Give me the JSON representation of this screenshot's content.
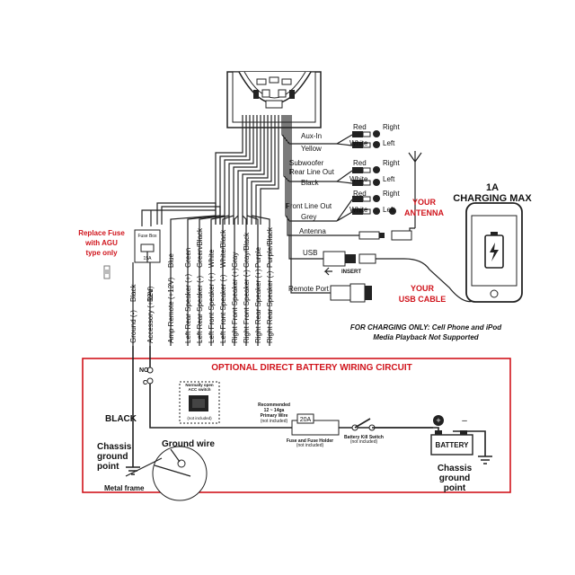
{
  "colors": {
    "accent": "#d0141c",
    "ink": "#111111",
    "frame": "#d0141c"
  },
  "head_unit": {
    "aux_in": "Aux-In",
    "yellow": "Yellow",
    "red_1": "Red",
    "white_1": "White",
    "right_1": "Right",
    "left_1": "Left",
    "subwoofer_1": "Subwoofer",
    "subwoofer_2": "Rear Line Out",
    "black": "Black",
    "red_2": "Red",
    "white_2": "White",
    "right_2": "Right",
    "left_2": "Left",
    "front_line_out": "Front Line Out",
    "grey": "Grey",
    "red_3": "Red",
    "white_3": "White",
    "right_3": "Right",
    "left_3": "Left",
    "antenna": "Antenna",
    "usb": "USB",
    "insert": "INSERT",
    "remote_port": "Remote Port"
  },
  "antenna_label": [
    "YOUR",
    "ANTENNA"
  ],
  "usb_cable_label": [
    "YOUR",
    "USB CABLE"
  ],
  "charging": {
    "title_1": "1A",
    "title_2": "CHARGING MAX"
  },
  "charging_note": [
    "FOR CHARGING ONLY: Cell Phone and iPod",
    "Media Playback Not Supported"
  ],
  "replace_fuse": [
    "Replace Fuse",
    "with AGU",
    "type only"
  ],
  "fuse_box": {
    "title": "Fuse Box",
    "rating": "15A"
  },
  "wires": [
    {
      "name": "Ground (-)",
      "color": "Black"
    },
    {
      "name": "Accessory (+12V)",
      "color": "Red"
    },
    {
      "name": "Amp Remote (+12V)",
      "color": "Blue"
    },
    {
      "name": "Left Rear Speaker (+)",
      "color": "Green"
    },
    {
      "name": "Left Rear Speaker (-)",
      "color": "Green/Black"
    },
    {
      "name": "Left Front Speaker (+)",
      "color": "White"
    },
    {
      "name": "Left Front Speaker (-)",
      "color": "White/Black"
    },
    {
      "name": "Right Front Speaker (+)",
      "color": "Gray"
    },
    {
      "name": "Right Front Speaker (-)",
      "color": "Gray/Black"
    },
    {
      "name": "Right Rear Speaker (+)",
      "color": "Purple"
    },
    {
      "name": "Right Rear Speaker (-)",
      "color": "Purple/Black"
    }
  ],
  "battery_circuit": {
    "title": "OPTIONAL DIRECT BATTERY WIRING CIRCUIT",
    "no": "NO",
    "c": "C",
    "acc_switch": [
      "Normally open",
      "ACC switch"
    ],
    "not_included": "(not included)",
    "black": "BLACK",
    "chassis_left": [
      "Chassis",
      "ground",
      "point"
    ],
    "ground_wire": "Ground wire",
    "metal_frame": "Metal frame",
    "recommended": [
      "Recommended",
      "12 ~ 14ga",
      "Primary Wire",
      "(not included)"
    ],
    "fuse_rating": "20A",
    "fuse_holder": [
      "Fuse and Fuse Holder",
      "(not included)"
    ],
    "kill_switch": [
      "Battery Kill Switch",
      "(not included)"
    ],
    "battery": "BATTERY",
    "chassis_right": [
      "Chassis",
      "ground",
      "point"
    ]
  }
}
